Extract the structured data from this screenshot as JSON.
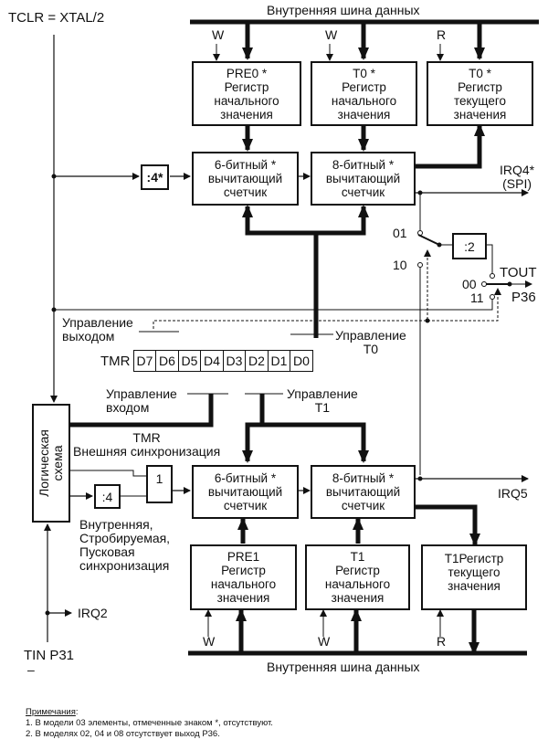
{
  "diagram": {
    "clock_source": "TCLR = XTAL/2",
    "top_bus": "Внутренняя   шина данных",
    "bottom_bus": "Внутренняя шина данных",
    "timer0": {
      "pre0": [
        "PRE0 *",
        "Регистр",
        "начального",
        "значения"
      ],
      "t0_initial": [
        "T0 *",
        "Регистр",
        "начального",
        "значения"
      ],
      "t0_current": [
        "T0 *",
        "Регистр",
        "текущего",
        "значения"
      ],
      "counter6": [
        "6-битный *",
        "вычитающий",
        "счетчик"
      ],
      "counter8": [
        "8-битный *",
        "вычитающий",
        "счетчик"
      ],
      "prescaler": ":4*",
      "w1": "W",
      "w2": "W",
      "r": "R",
      "irq": [
        "IRQ4*",
        "(SPI)"
      ]
    },
    "tout": {
      "div2": ":2",
      "sel01": "01",
      "sel10": "10",
      "sel00": "00",
      "sel11": "11",
      "tout_label": "TOUT",
      "p36_label": "P36"
    },
    "tmr": {
      "label": "TMR",
      "bits": [
        "D7",
        "D6",
        "D5",
        "D4",
        "D3",
        "D2",
        "D1",
        "D0"
      ],
      "output_control": [
        "Управление",
        "выходом"
      ],
      "t0_control": [
        "Управление",
        "T0"
      ],
      "input_control": [
        "Управление",
        "входом"
      ],
      "t1_control": [
        "Управление",
        "T1"
      ],
      "ext_sync": [
        "TMR",
        "Внешняя синхронизация"
      ]
    },
    "logic": {
      "block": [
        "Логическая",
        "схема"
      ],
      "div4": ":4",
      "or_gate": "1",
      "sync_modes": [
        "Внутренняя,",
        "Стробируемая,",
        "Пусковая",
        "синхронизация"
      ],
      "irq2": "IRQ2",
      "tin": "TIN P31",
      "tin_bar": "–"
    },
    "timer1": {
      "counter6": [
        "6-битный *",
        "вычитающий",
        "счетчик"
      ],
      "counter8": [
        "8-битный *",
        "вычитающий",
        "счетчик"
      ],
      "pre1": [
        "PRE1",
        "Регистр",
        "начального",
        "значения"
      ],
      "t1_initial": [
        "T1",
        "Регистр",
        "начального",
        "значения"
      ],
      "t1_current": [
        "T1Регистр",
        "текущего",
        "значения"
      ],
      "w1": "W",
      "w2": "W",
      "r": "R",
      "irq": "IRQ5"
    },
    "notes": {
      "title": "Примечания",
      "colon": ":",
      "items": [
        "1. В модели 03 элементы, отмеченные знаком *, отсутствуют.",
        "2. В моделях 02, 04 и 08 отсутствует выход  P36."
      ]
    }
  }
}
